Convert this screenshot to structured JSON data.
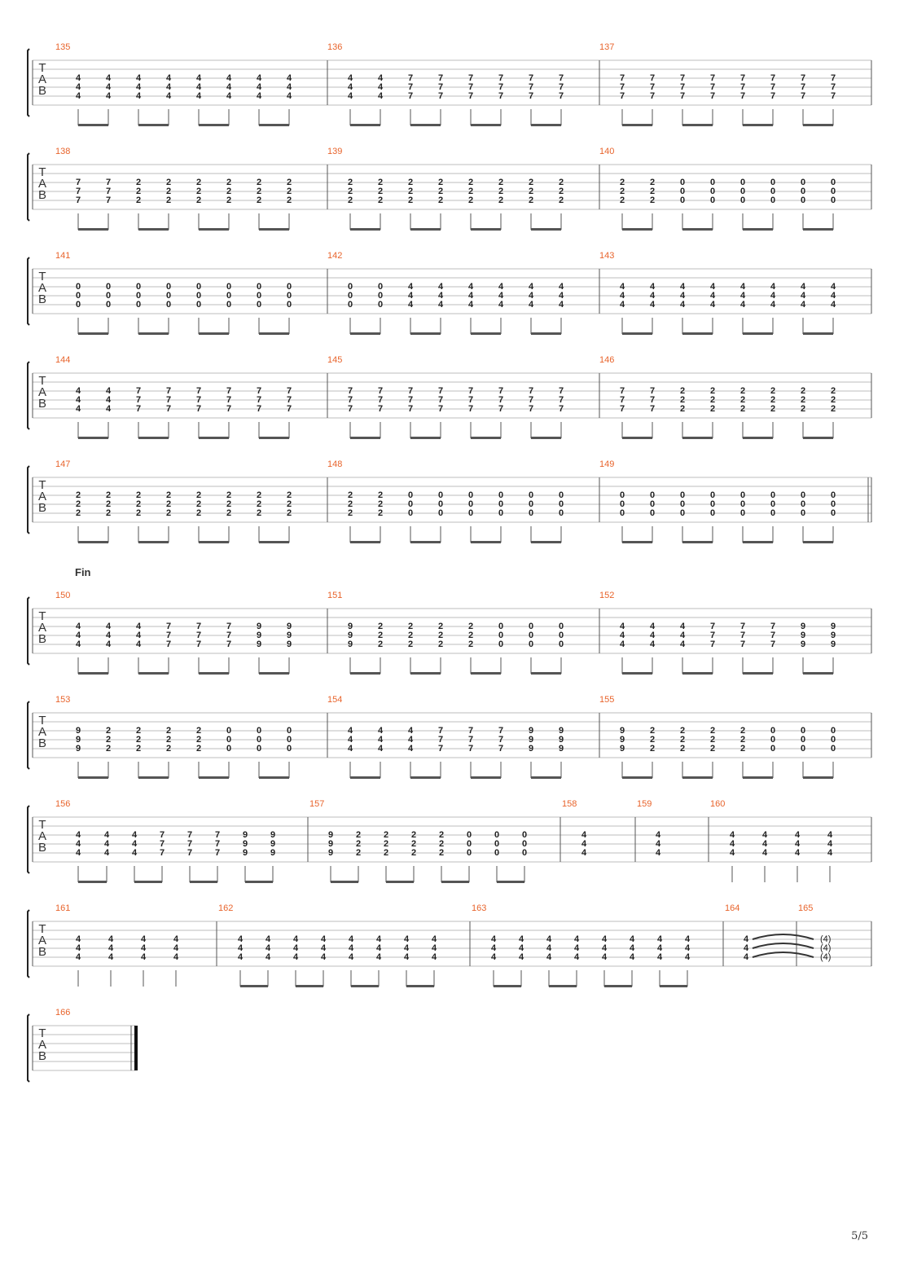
{
  "document": {
    "instrument_clef": [
      "T",
      "A",
      "B"
    ],
    "page_number": "5/5"
  },
  "systems": [
    {
      "measures": [
        {
          "number": "135",
          "frets": [
            "4",
            "4",
            "4",
            "4",
            "4",
            "4",
            "4",
            "4"
          ]
        },
        {
          "number": "136",
          "frets": [
            "4",
            "4",
            "7",
            "7",
            "7",
            "7",
            "7",
            "7"
          ]
        },
        {
          "number": "137",
          "frets": [
            "7",
            "7",
            "7",
            "7",
            "7",
            "7",
            "7",
            "7"
          ]
        }
      ]
    },
    {
      "measures": [
        {
          "number": "138",
          "frets": [
            "7",
            "7",
            "2",
            "2",
            "2",
            "2",
            "2",
            "2"
          ]
        },
        {
          "number": "139",
          "frets": [
            "2",
            "2",
            "2",
            "2",
            "2",
            "2",
            "2",
            "2"
          ]
        },
        {
          "number": "140",
          "frets": [
            "2",
            "2",
            "0",
            "0",
            "0",
            "0",
            "0",
            "0"
          ]
        }
      ]
    },
    {
      "measures": [
        {
          "number": "141",
          "frets": [
            "0",
            "0",
            "0",
            "0",
            "0",
            "0",
            "0",
            "0"
          ]
        },
        {
          "number": "142",
          "frets": [
            "0",
            "0",
            "4",
            "4",
            "4",
            "4",
            "4",
            "4"
          ]
        },
        {
          "number": "143",
          "frets": [
            "4",
            "4",
            "4",
            "4",
            "4",
            "4",
            "4",
            "4"
          ]
        }
      ]
    },
    {
      "measures": [
        {
          "number": "144",
          "frets": [
            "4",
            "4",
            "7",
            "7",
            "7",
            "7",
            "7",
            "7"
          ]
        },
        {
          "number": "145",
          "frets": [
            "7",
            "7",
            "7",
            "7",
            "7",
            "7",
            "7",
            "7"
          ]
        },
        {
          "number": "146",
          "frets": [
            "7",
            "7",
            "2",
            "2",
            "2",
            "2",
            "2",
            "2"
          ]
        }
      ]
    },
    {
      "end_barline": "double",
      "measures": [
        {
          "number": "147",
          "frets": [
            "2",
            "2",
            "2",
            "2",
            "2",
            "2",
            "2",
            "2"
          ]
        },
        {
          "number": "148",
          "frets": [
            "2",
            "2",
            "0",
            "0",
            "0",
            "0",
            "0",
            "0"
          ]
        },
        {
          "number": "149",
          "frets": [
            "0",
            "0",
            "0",
            "0",
            "0",
            "0",
            "0",
            "0"
          ]
        }
      ]
    },
    {
      "section_label": "Fin",
      "measures": [
        {
          "number": "150",
          "frets": [
            "4",
            "4",
            "4",
            "7",
            "7",
            "7",
            "9",
            "9"
          ]
        },
        {
          "number": "151",
          "frets": [
            "9",
            "2",
            "2",
            "2",
            "2",
            "0",
            "0",
            "0"
          ]
        },
        {
          "number": "152",
          "frets": [
            "4",
            "4",
            "4",
            "7",
            "7",
            "7",
            "9",
            "9"
          ]
        }
      ]
    },
    {
      "measures": [
        {
          "number": "153",
          "frets": [
            "9",
            "2",
            "2",
            "2",
            "2",
            "0",
            "0",
            "0"
          ]
        },
        {
          "number": "154",
          "frets": [
            "4",
            "4",
            "4",
            "7",
            "7",
            "7",
            "9",
            "9"
          ]
        },
        {
          "number": "155",
          "frets": [
            "9",
            "2",
            "2",
            "2",
            "2",
            "0",
            "0",
            "0"
          ]
        }
      ]
    },
    {
      "measures": [
        {
          "number": "156",
          "frets": [
            "4",
            "4",
            "4",
            "7",
            "7",
            "7",
            "9",
            "9"
          ]
        },
        {
          "number": "157",
          "frets": [
            "9",
            "2",
            "2",
            "2",
            "2",
            "0",
            "0",
            "0"
          ]
        },
        {
          "number": "158",
          "frets": [
            "4"
          ]
        },
        {
          "number": "159",
          "frets": [
            "4"
          ]
        },
        {
          "number": "160",
          "frets": [
            "4",
            "4",
            "4",
            "4"
          ]
        }
      ]
    },
    {
      "measures": [
        {
          "number": "161",
          "frets": [
            "4",
            "4",
            "4",
            "4"
          ]
        },
        {
          "number": "162",
          "frets": [
            "4",
            "4",
            "4",
            "4",
            "4",
            "4",
            "4",
            "4"
          ]
        },
        {
          "number": "163",
          "frets": [
            "4",
            "4",
            "4",
            "4",
            "4",
            "4",
            "4",
            "4"
          ]
        },
        {
          "number": "164",
          "frets": [
            "4"
          ],
          "tied": true
        },
        {
          "number": "165",
          "frets": [
            "(4)"
          ]
        }
      ]
    },
    {
      "end_barline": "final",
      "measures": [
        {
          "number": "166",
          "frets": []
        }
      ]
    }
  ]
}
